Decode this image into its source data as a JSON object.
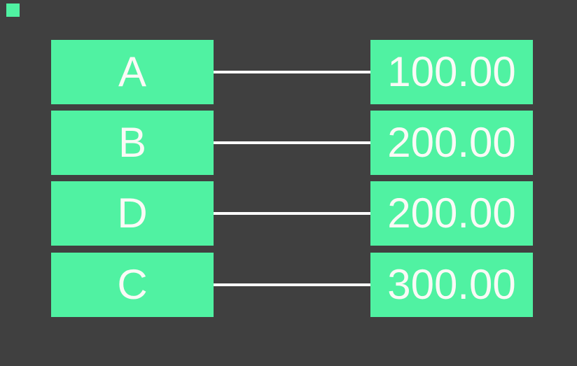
{
  "colors": {
    "background": "#404040",
    "box_green": "#50F2A2",
    "connector_white": "#FCFCFC",
    "text_white": "#FAFAF6"
  },
  "corner_marker": {
    "present": true
  },
  "diagram": {
    "type": "key-value-mapping",
    "rows": [
      {
        "key": "A",
        "value": "100.00"
      },
      {
        "key": "B",
        "value": "200.00"
      },
      {
        "key": "D",
        "value": "200.00"
      },
      {
        "key": "C",
        "value": "300.00"
      }
    ]
  }
}
